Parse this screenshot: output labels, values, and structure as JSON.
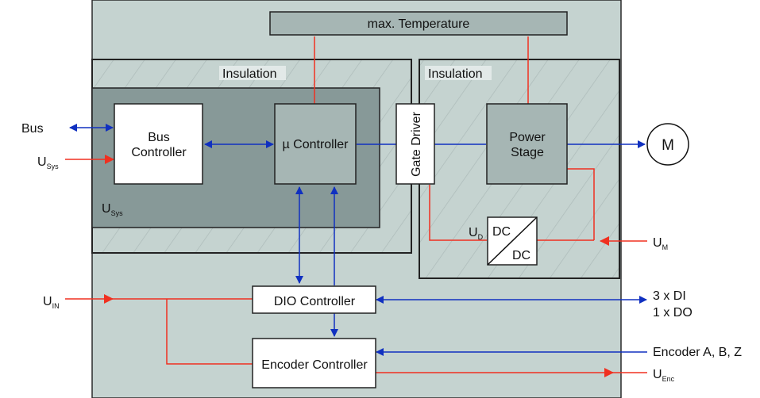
{
  "diagram": {
    "title_box": "max. Temperature",
    "insulation_left": "Insulation",
    "insulation_right": "Insulation",
    "blocks": {
      "bus_controller_line1": "Bus",
      "bus_controller_line2": "Controller",
      "mu_controller": "µ Controller",
      "gate_driver": "Gate Driver",
      "power_stage_line1": "Power",
      "power_stage_line2": "Stage",
      "dc_top": "DC",
      "dc_bottom": "DC",
      "dio_controller": "DIO Controller",
      "encoder_controller": "Encoder Controller",
      "motor": "M"
    },
    "external": {
      "bus": "Bus",
      "usys_main": "U",
      "usys_sub": "Sys",
      "usys_inner_main": "U",
      "usys_inner_sub": "Sys",
      "uin_main": "U",
      "uin_sub": "IN",
      "ud_main": "U",
      "ud_sub": "D",
      "um_main": "U",
      "um_sub": "M",
      "di": "3 x DI",
      "do": "1 x DO",
      "encoder": "Encoder A, B, Z",
      "uenc_main": "U",
      "uenc_sub": "Enc"
    },
    "colors": {
      "signal": "#1030c0",
      "power": "#f03020",
      "outer_bg": "#c5d3d0",
      "inner_dark": "#879998",
      "block_mid": "#a6b6b4"
    }
  }
}
